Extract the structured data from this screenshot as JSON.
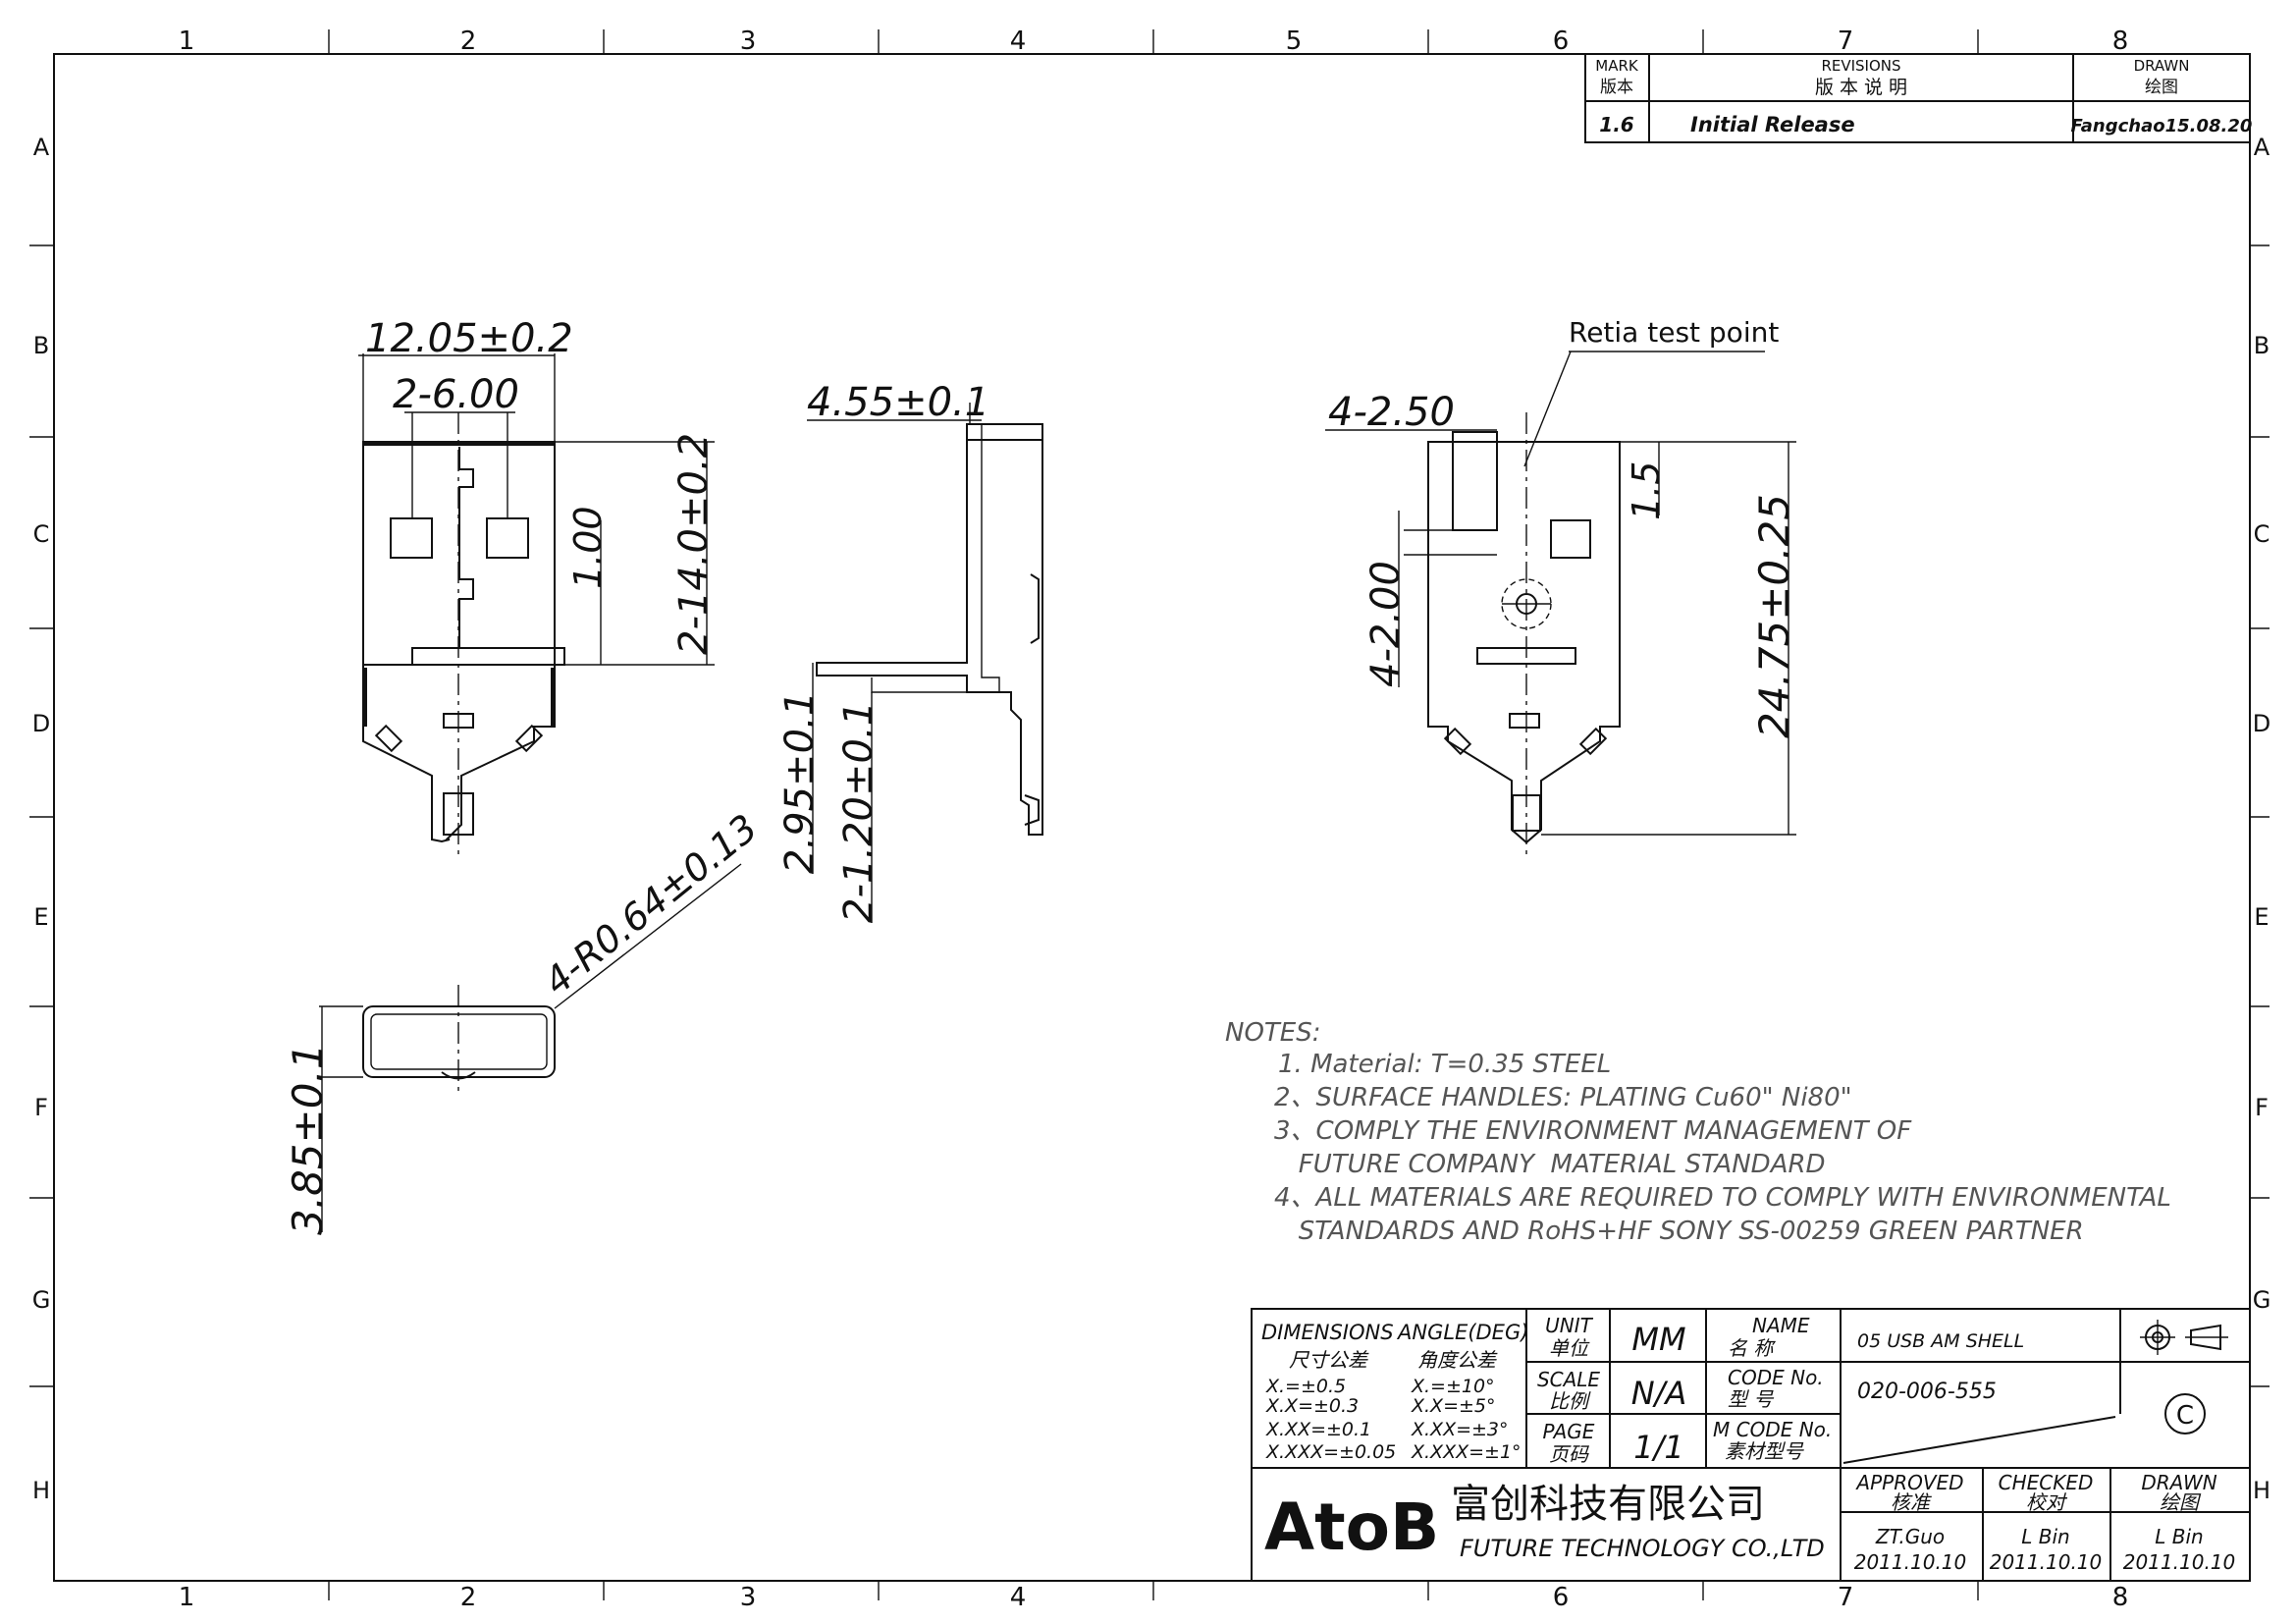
{
  "border": {
    "col_numbers": [
      "1",
      "2",
      "3",
      "4",
      "5",
      "6",
      "7",
      "8"
    ],
    "row_letters": [
      "A",
      "B",
      "C",
      "D",
      "E",
      "F",
      "G",
      "H"
    ]
  },
  "revisions": {
    "mark_label_en": "MARK",
    "mark_label_cn": "版本",
    "revisions_label_en": "REVISIONS",
    "revisions_label_cn": "版 本 说 明",
    "drawn_label_en": "DRAWN",
    "drawn_label_cn": "绘图",
    "mark_value": "1.6",
    "description": "Initial Release",
    "drawn_value": "Fangchao15.08.20"
  },
  "dimensions": {
    "width": "12.05±0.2",
    "pin_spacing": "2-6.00",
    "tab": "1.00",
    "length": "2-14.0±0.2",
    "side_top": "4.55±0.1",
    "side_h1": "2.95±0.1",
    "side_h2": "2-1.20±0.1",
    "right_top": "4-2.50",
    "right_small": "1.5",
    "right_left": "4-2.00",
    "right_length": "24.75±0.25",
    "radius": "4-R0.64±0.13",
    "height": "3.85±0.1"
  },
  "callout": "Retia test point",
  "notes": {
    "title": "NOTES:",
    "lines": [
      "1. Material: T=0.35 STEEL",
      "2、SURFACE HANDLES: PLATING Cu60\" Ni80\"",
      "3、COMPLY THE ENVIRONMENT  MANAGEMENT OF",
      "   FUTURE COMPANY  MATERIAL STANDARD",
      "4、ALL MATERIALS ARE REQUIRED TO COMPLY WITH ENVIRONMENTAL",
      "   STANDARDS AND RoHS+HF SONY SS-00259 GREEN PARTNER"
    ]
  },
  "title_block": {
    "dimensions_en": "DIMENSIONS",
    "dimensions_cn": "尺寸公差",
    "angle_en": "ANGLE(DEG)",
    "angle_cn": "角度公差",
    "tol_dim": [
      "X.=±0.5",
      "X.X=±0.3",
      "X.XX=±0.1",
      "X.XXX=±0.05"
    ],
    "tol_ang": [
      "X.=±10°",
      "X.X=±5°",
      "X.XX=±3°",
      "X.XXX=±1°"
    ],
    "unit_en": "UNIT",
    "unit_cn": "单位",
    "unit_value": "MM",
    "scale_en": "SCALE",
    "scale_cn": "比例",
    "scale_value": "N/A",
    "page_en": "PAGE",
    "page_cn": "页码",
    "page_value": "1/1",
    "name_en": "NAME",
    "name_cn": "名  称",
    "name_value": "05 USB AM SHELL",
    "code_en": "CODE No.",
    "code_cn": "型  号",
    "code_value": "020-006-555",
    "mcode_en": "M CODE No.",
    "mcode_cn": "素材型号",
    "mcode_value": "",
    "copyright_symbol": "C",
    "logo": "AtoB",
    "company_cn": "富创科技有限公司",
    "company_en": "FUTURE TECHNOLOGY CO.,LTD",
    "approved_en": "APPROVED",
    "approved_cn": "核准",
    "approved_name": "ZT.Guo",
    "approved_date": "2011.10.10",
    "checked_en": "CHECKED",
    "checked_cn": "校对",
    "checked_name": "L Bin",
    "checked_date": "2011.10.10",
    "drawn_en": "DRAWN",
    "drawn_cn": "绘图",
    "drawn_name": "L Bin",
    "drawn_date": "2011.10.10"
  }
}
